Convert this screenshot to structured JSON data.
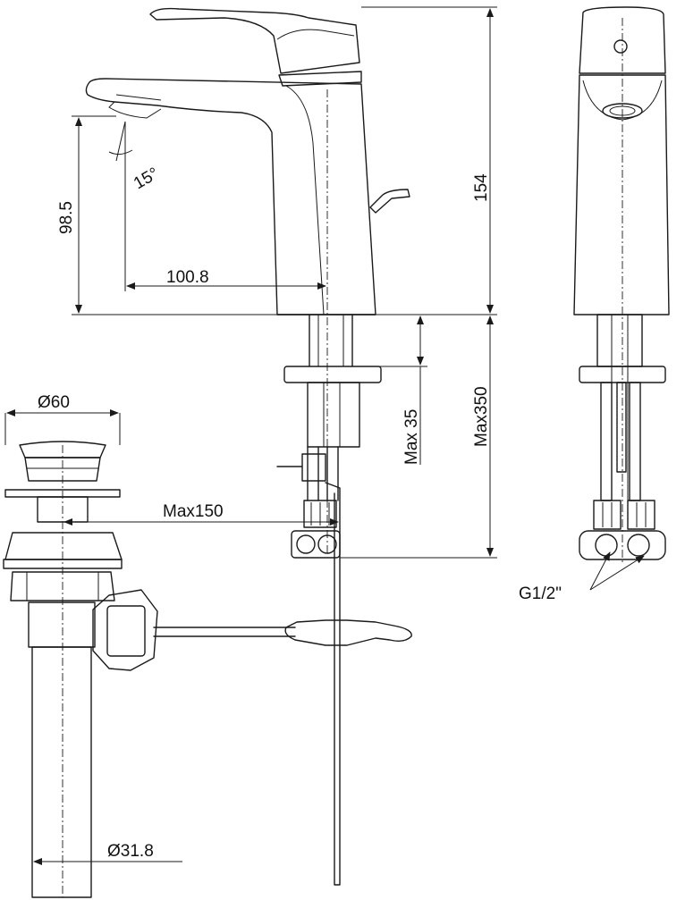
{
  "dimensions": {
    "spout_height": "98.5",
    "spout_reach": "100.8",
    "spout_angle": "15°",
    "total_height": "154",
    "max_deck_thickness": "Max 35",
    "max_hose_length": "Max350",
    "waste_diameter": "Ø60",
    "max_rod_distance": "Max150",
    "tail_diameter": "Ø31.8",
    "connection_thread": "G1/2\""
  }
}
